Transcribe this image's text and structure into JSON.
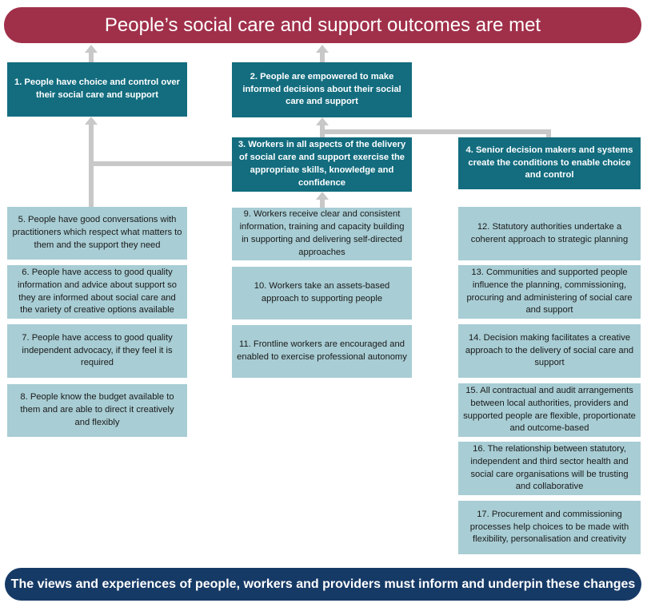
{
  "header": {
    "title": "People’s social care and support outcomes are met"
  },
  "footer": {
    "text": "The views and experiences of people, workers and providers must inform and underpin these changes"
  },
  "outcomes": [
    {
      "label": "1. People have choice and control over their social care and support"
    },
    {
      "label": "2. People are empowered to make informed decisions about their social care and support"
    },
    {
      "label": "3. Workers in all aspects of the delivery of social care and support exercise the appropriate skills, knowledge and confidence"
    },
    {
      "label": "4. Senior decision makers and systems create the conditions to enable choice and control"
    }
  ],
  "column1": [
    {
      "label": "5. People have good conversations with practitioners which respect what matters to them and the support they need"
    },
    {
      "label": "6. People have access to good quality information and advice about support so they are informed about social care and the variety of creative options available"
    },
    {
      "label": "7. People have access to good quality independent advocacy, if they feel it is required"
    },
    {
      "label": "8. People know the budget available to them and are able to direct it creatively and flexibly"
    }
  ],
  "column2": [
    {
      "label": "9. Workers receive clear and consistent information, training and capacity building in supporting and delivering self-directed approaches"
    },
    {
      "label": "10.  Workers take an assets-based approach to supporting people"
    },
    {
      "label": "11. Frontline workers are encouraged and enabled to exercise professional autonomy"
    }
  ],
  "column3": [
    {
      "label": "12. Statutory authorities undertake a coherent approach to strategic planning"
    },
    {
      "label": "13. Communities and supported people influence the planning, commissioning, procuring and administering of social care and support"
    },
    {
      "label": "14. Decision making facilitates a creative approach to the delivery of social care and support"
    },
    {
      "label": "15. All contractual and audit arrangements between local authorities, providers and supported people are flexible, proportionate and outcome-based"
    },
    {
      "label": "16. The relationship between statutory, independent and third sector health and social care organisations will be trusting and collaborative"
    },
    {
      "label": "17. Procurement and commissioning processes help choices to be made with flexibility, personalisation and creativity"
    }
  ],
  "colors": {
    "top_banner": "#a0304a",
    "bottom_banner": "#163a66",
    "outcome_box": "#136d7f",
    "sub_box": "#a8cdd4",
    "connector": "#c8c8c8"
  }
}
